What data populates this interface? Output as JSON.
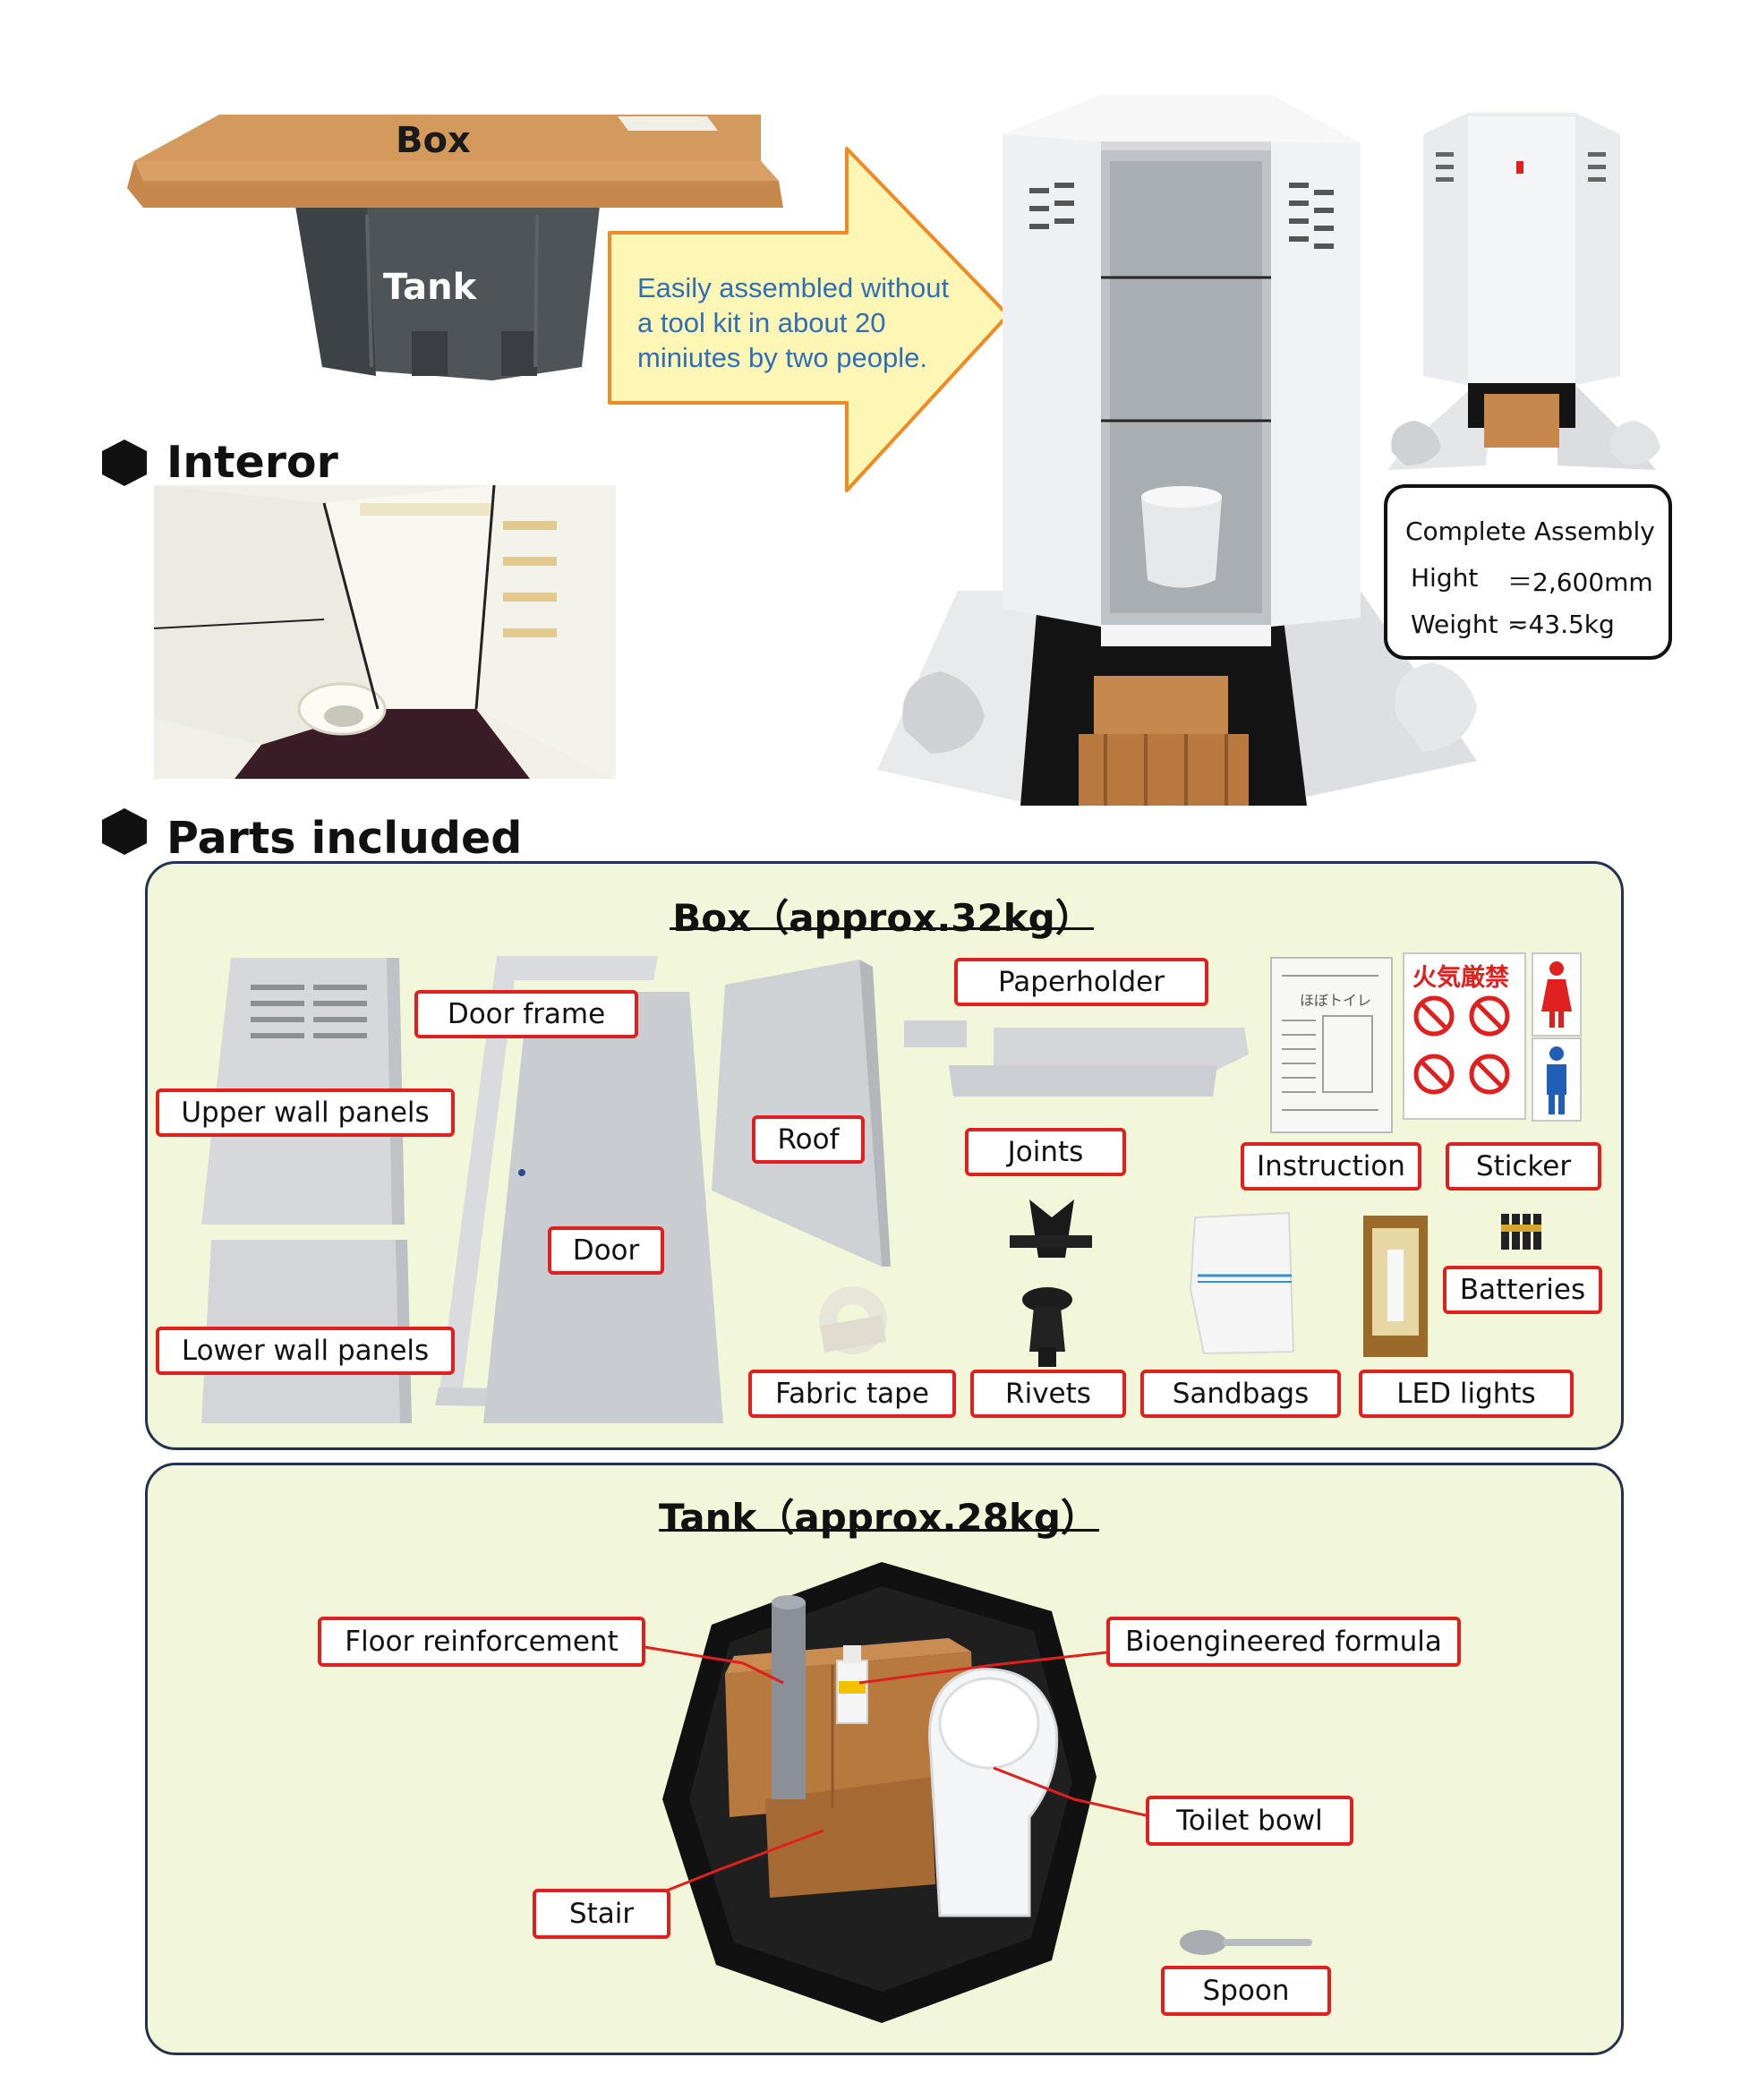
{
  "top_photo": {
    "box_label": "Box",
    "tank_label": "Tank"
  },
  "arrow_caption": "Easily assembled without\na tool  kit  in  about 20\nminiutes  by two people.",
  "interior": {
    "heading": "Interor"
  },
  "spec": {
    "title": "Complete Assembly",
    "height_label": "Hight",
    "height_value": "＝2,600mm",
    "weight_label": "Weight",
    "weight_value": "≂43.5kg"
  },
  "parts": {
    "heading": "Parts included"
  },
  "box_panel": {
    "title": "Box（approx.32kg）",
    "labels": {
      "door_frame": "Door frame",
      "upper_wall_panels": "Upper wall panels",
      "lower_wall_panels": "Lower wall panels",
      "door": "Door",
      "roof": "Roof",
      "paperholder": "Paperholder",
      "joints": "Joints",
      "instruction": "Instruction",
      "sticker": "Sticker",
      "batteries": "Batteries",
      "fabric_tape": "Fabric tape",
      "rivets": "Rivets",
      "sandbags": "Sandbags",
      "led_lights": "LED lights"
    },
    "sticker_text": "火気厳禁",
    "manual_text": "ほぼトイレ"
  },
  "tank_panel": {
    "title": "Tank（approx.28kg）",
    "labels": {
      "floor_reinforcement": "Floor reinforcement",
      "bioengineered_formula": "Bioengineered formula",
      "toilet_bowl": "Toilet bowl",
      "stair": "Stair",
      "spoon": "Spoon"
    }
  },
  "colors": {
    "panel_bg": "#f3f7da",
    "panel_border": "#24324f",
    "tag_border": "#e0201f",
    "arrow_fill": "#fdf6b5",
    "arrow_stroke": "#f08a24",
    "arrow_text": "#2f6fb8",
    "cardboard": "#c7884b",
    "tank_gray": "#4f5459"
  }
}
